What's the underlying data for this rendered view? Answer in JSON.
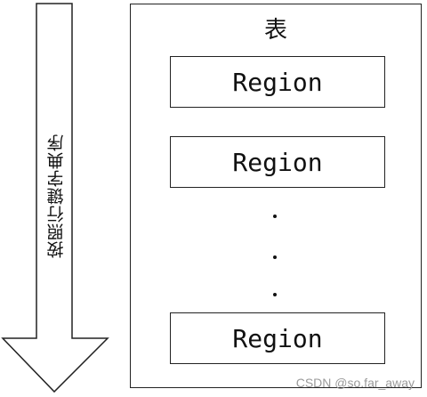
{
  "arrow": {
    "label": "按照行键字典序"
  },
  "table": {
    "title": "表",
    "regions": [
      "Region",
      "Region",
      "Region"
    ],
    "ellipsis": "·"
  },
  "watermark": "CSDN @so.far_away"
}
